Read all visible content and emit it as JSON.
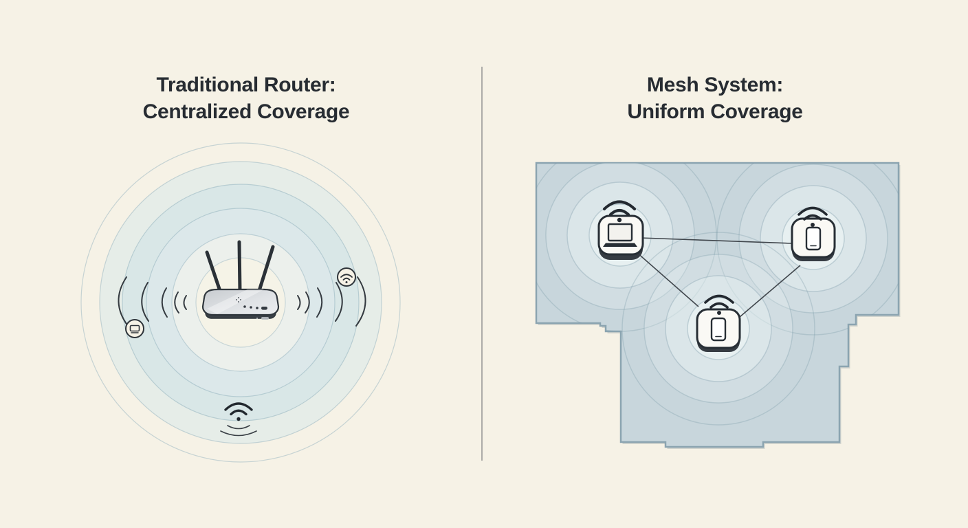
{
  "left": {
    "title1": "Traditional Router:",
    "title2": "Centralized Coverage",
    "coverage_rings": 6,
    "icons": {
      "center": "wifi-router-icon",
      "side_left": "device-in-circle-icon",
      "side_right": "wifi-in-circle-icon",
      "bottom": "wifi-signal-icon"
    }
  },
  "right": {
    "title1": "Mesh System:",
    "title2": "Uniform Coverage",
    "rings_per_node": 4,
    "nodes": [
      {
        "id": "mesh-node-laptop",
        "icon": "laptop-icon"
      },
      {
        "id": "mesh-node-right",
        "icon": "smartphone-icon"
      },
      {
        "id": "mesh-node-bottom",
        "icon": "smartphone-icon"
      }
    ],
    "links": [
      [
        "mesh-node-laptop",
        "mesh-node-right"
      ],
      [
        "mesh-node-laptop",
        "mesh-node-bottom"
      ],
      [
        "mesh-node-bottom",
        "mesh-node-right"
      ]
    ]
  },
  "colors": {
    "background": "#f6f2e6",
    "title": "#272c32",
    "divider": "#8d8d8d",
    "ring_stroke": "#a9c3cc",
    "floorplan_fill": "#c8d6dc",
    "floorplan_border": "#8ba4b0",
    "ink": "#2b3138",
    "node_fill": "#faf9f5",
    "link_line": "#41474d"
  }
}
